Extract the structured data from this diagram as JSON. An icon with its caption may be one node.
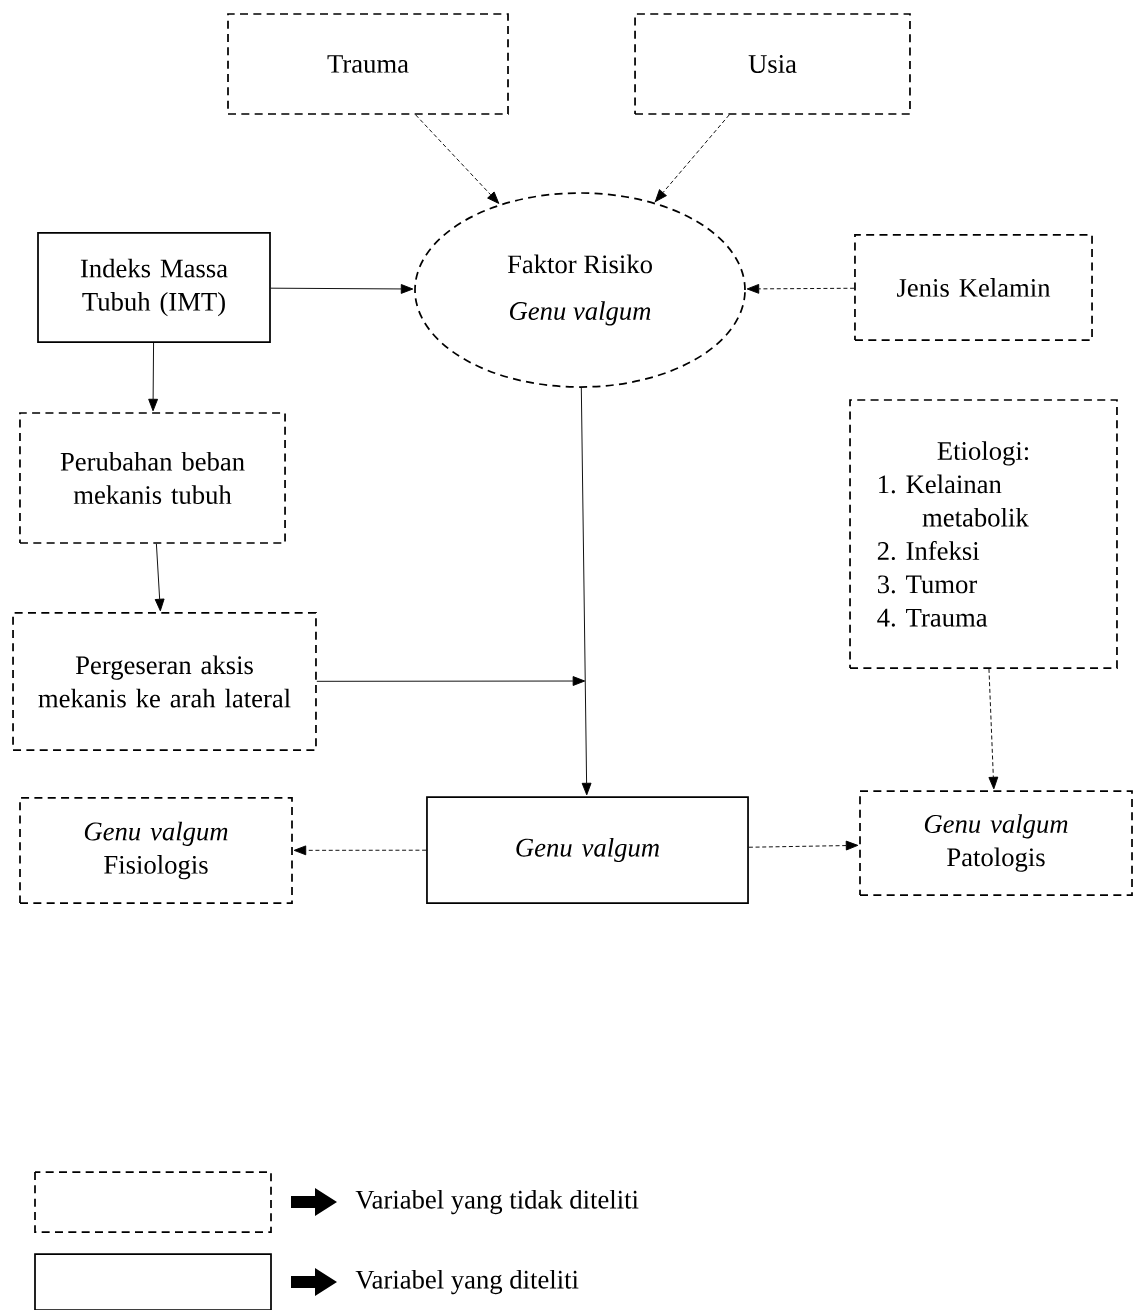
{
  "diagram": {
    "nodes": [
      {
        "text": [
          "Trauma"
        ]
      },
      {
        "text": [
          "Usia"
        ]
      },
      {
        "text": [
          "Indeks Massa Tubuh (IMT)"
        ]
      },
      {
        "text": [
          "Faktor Risiko",
          "Genu valgum"
        ]
      },
      {
        "text": [
          "Jenis Kelamin"
        ]
      },
      {
        "text": [
          "Perubahan beban mekanis tubuh"
        ]
      },
      {
        "text": [
          "Etiologi:",
          "1. Kelainan metabolik",
          "2. Infeksi",
          "3. Tumor",
          "4. Trauma"
        ]
      },
      {
        "text": [
          "Pergeseran aksis mekanis ke arah lateral"
        ]
      },
      {
        "text": [
          "Genu valgum",
          "Fisiologis"
        ]
      },
      {
        "text": [
          "Genu valgum"
        ]
      },
      {
        "text": [
          "Genu valgum",
          "Patologis"
        ]
      }
    ],
    "edges": [
      {
        "from": 0,
        "to": 3,
        "arrow": "to",
        "style": "dashed"
      },
      {
        "from": 1,
        "to": 3,
        "arrow": "to",
        "style": "dashed"
      },
      {
        "from": 2,
        "to": 3,
        "arrow": "to"
      },
      {
        "from": 4,
        "to": 3,
        "arrow": "to",
        "style": "dashed"
      },
      {
        "from": 2,
        "to": 5,
        "arrow": "to"
      },
      {
        "from": 3,
        "to": 9,
        "arrow": "to"
      },
      {
        "from": 5,
        "to": 7,
        "arrow": "to"
      },
      {
        "from": 7,
        "to": null,
        "arrow": "to"
      },
      {
        "from": 9,
        "to": 8,
        "arrow": "to",
        "style": "dashed"
      },
      {
        "from": 9,
        "to": 10,
        "arrow": "to",
        "style": "dashed"
      },
      {
        "from": 6,
        "to": 10,
        "arrow": "to",
        "style": "dashed"
      }
    ],
    "legend": [
      {
        "text": "Variabel yang tidak diteliti"
      },
      {
        "text": "Variabel yang diteliti"
      }
    ]
  }
}
